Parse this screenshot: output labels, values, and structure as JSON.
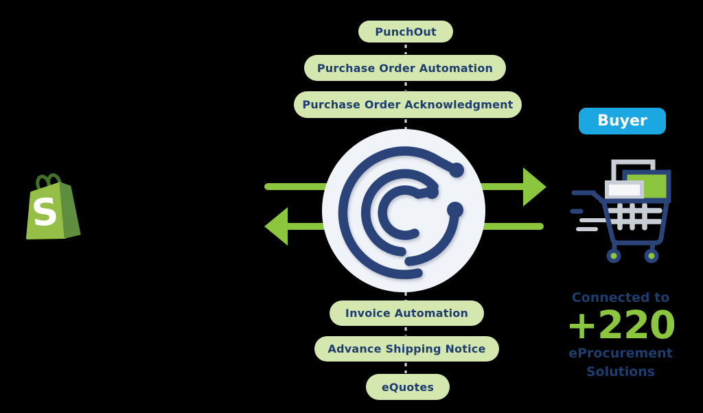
{
  "colors": {
    "arrow_green": "#8CC63E",
    "pill_green": "#D3E7AF",
    "text_navy": "#1E3C6E",
    "logo_navy": "#2A4379",
    "buyer_blue": "#1BA7E2",
    "circle_bg": "#F0F3F8",
    "cart_gray": "#C9CDD5",
    "shopify_green": "#95BF47",
    "shopify_dark_green": "#5E8E3E",
    "background": "#000000"
  },
  "top_pills": [
    {
      "label": "PunchOut"
    },
    {
      "label": "Purchase Order Automation"
    },
    {
      "label": "Purchase Order Acknowledgment"
    }
  ],
  "bottom_pills": [
    {
      "label": "Invoice Automation"
    },
    {
      "label": "Advance Shipping Notice"
    },
    {
      "label": "eQuotes"
    }
  ],
  "buyer": {
    "label": "Buyer"
  },
  "stats": {
    "prefix": "Connected to",
    "count": "+220",
    "line2": "eProcurement",
    "line3": "Solutions"
  },
  "shopify": {
    "letter": "S"
  },
  "icons": {
    "shopify_bag": "shopify-bag-icon",
    "center_logo": "conexiom-logo-icon",
    "buyer_cart": "shopping-cart-icon",
    "arrow_right": "arrow-right-icon",
    "arrow_left": "arrow-left-icon"
  }
}
